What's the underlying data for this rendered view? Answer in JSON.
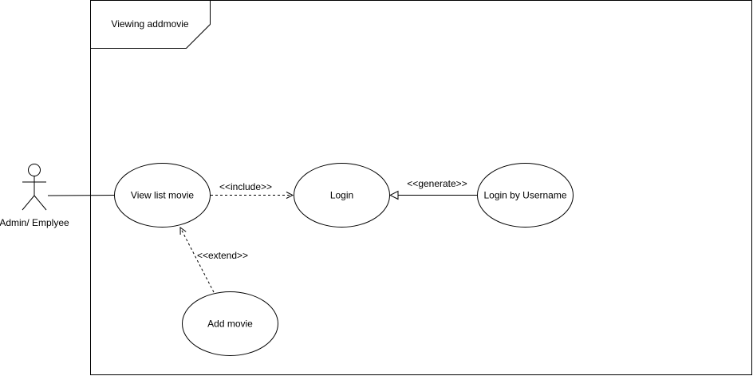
{
  "frame": {
    "title": "Viewing addmovie"
  },
  "actor": {
    "label": "Admin/ Emplyee"
  },
  "use_cases": {
    "view_list_movie": "View list movie",
    "login": "Login",
    "login_by_username": "Login by Username",
    "add_movie": "Add movie"
  },
  "relations": {
    "include": "<<include>>",
    "generate": "<<generate>>",
    "extend": "<<extend>>"
  },
  "colors": {
    "stroke": "#000000",
    "background": "#ffffff"
  }
}
